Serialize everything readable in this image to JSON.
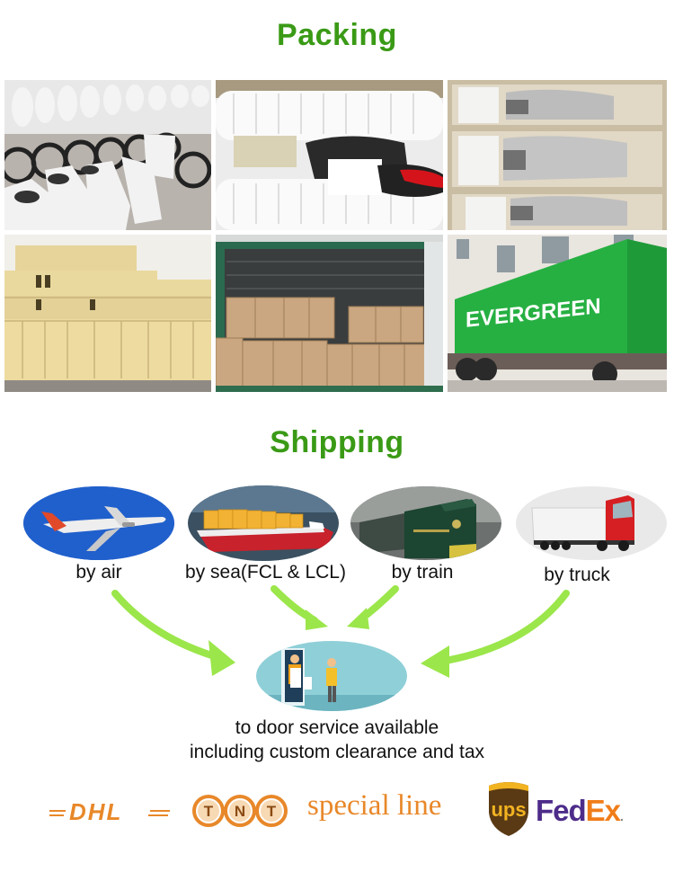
{
  "packing": {
    "title": "Packing",
    "photos": [
      {
        "name": "wrapped-bikes-photo",
        "desc": "rows of bikes wrapped in white foam"
      },
      {
        "name": "foam-packed-parts-photo",
        "desc": "parts and saddle packed in foam"
      },
      {
        "name": "boxed-bikes-photo",
        "desc": "bikes in cardboard boxes"
      },
      {
        "name": "stacked-cartons-photo",
        "desc": "stacked cardboard cartons"
      },
      {
        "name": "container-loading-photo",
        "desc": "cartons loaded in container"
      },
      {
        "name": "evergreen-container-photo",
        "desc": "green container truck",
        "text": "EVERGREEN"
      }
    ]
  },
  "shipping": {
    "title": "Shipping",
    "methods": [
      {
        "label": "by air",
        "icon": "airplane-icon"
      },
      {
        "label": "by sea(FCL & LCL)",
        "icon": "cargo-ship-icon"
      },
      {
        "label": "by train",
        "icon": "train-icon"
      },
      {
        "label": "by truck",
        "icon": "truck-icon"
      }
    ],
    "door_service": {
      "line1": "to door service available",
      "line2": "including custom clearance and tax"
    },
    "arrow_color": "#9be64a"
  },
  "carriers": {
    "dhl": "DHL",
    "tnt": [
      "T",
      "N",
      "T"
    ],
    "special_line": "special line",
    "ups": "ups",
    "fedex_fed": "Fed",
    "fedex_ex": "Ex",
    "fedex_dot": "."
  },
  "colors": {
    "heading_green": "#3a9a16",
    "carrier_orange": "#e8882a",
    "fedex_purple": "#4d2c8a",
    "fedex_orange": "#f07d1a",
    "ups_brown": "#5a3a14",
    "ups_gold": "#f2b321"
  }
}
